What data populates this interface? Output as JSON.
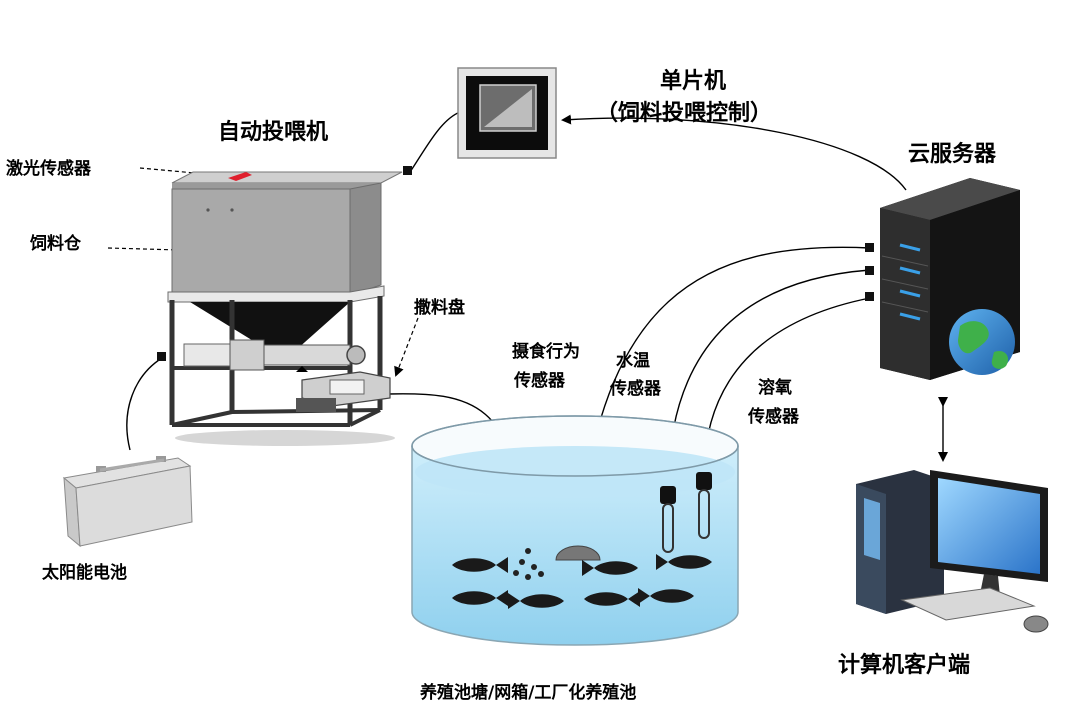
{
  "labels": {
    "feeder": "自动投喂机",
    "laser_sensor": "激光传感器",
    "feed_bin": "饲料仓",
    "spread_plate": "撒料盘",
    "mcu_line1": "单片机",
    "mcu_line2": "（饲料投喂控制）",
    "cloud_server": "云服务器",
    "feeding_sensor_line1": "摄食行为",
    "feeding_sensor_line2": "传感器",
    "temp_sensor_line1": "水温",
    "temp_sensor_line2": "传感器",
    "do_sensor_line1": "溶氧",
    "do_sensor_line2": "传感器",
    "battery": "太阳能电池",
    "pond": "养殖池塘/网箱/工厂化养殖池",
    "computer": "计算机客户端"
  },
  "colors": {
    "water": "#b8e2f5",
    "water_deep": "#8fd0ee",
    "feeder_gray": "#a9a9a9",
    "laser": "#e0202e",
    "server_dark": "#2b2b2b",
    "server_led": "#3aa0e8"
  }
}
